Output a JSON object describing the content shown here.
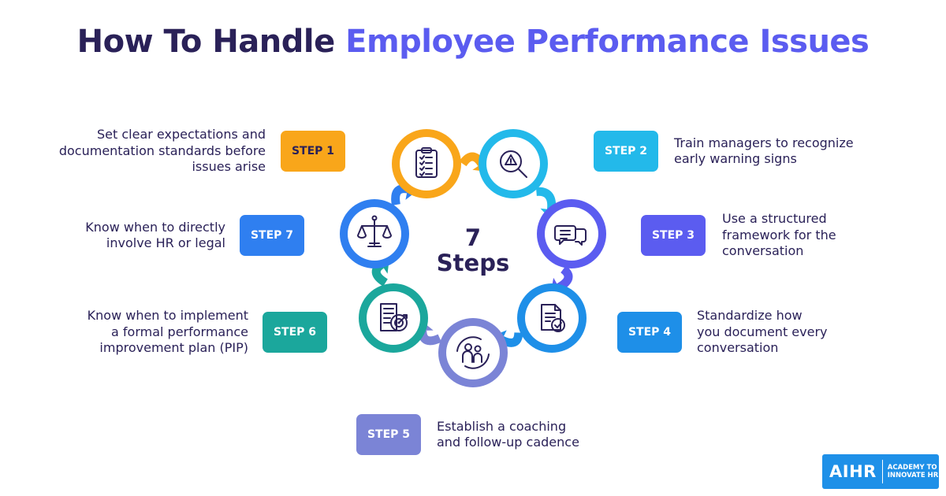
{
  "header": {
    "title_part1": "How To Handle ",
    "title_part2": "Employee Performance Issues"
  },
  "center": {
    "line1": "7",
    "line2": "Steps"
  },
  "steps": [
    {
      "label": "STEP 1",
      "text": [
        "Set clear expectations and",
        "documentation standards before",
        "issues arise"
      ],
      "color": "#f9a61a",
      "icon": "clipboard-checklist-icon"
    },
    {
      "label": "STEP 2",
      "text": [
        "Train managers to recognize",
        "early warning signs"
      ],
      "color": "#23b9ea",
      "icon": "warning-magnifier-icon"
    },
    {
      "label": "STEP 3",
      "text": [
        "Use a structured",
        "framework for the",
        "conversation"
      ],
      "color": "#5b5cf0",
      "icon": "chat-bubbles-icon"
    },
    {
      "label": "STEP 4",
      "text": [
        "Standardize how",
        "you document every",
        "conversation"
      ],
      "color": "#1e8fe8",
      "icon": "document-check-icon"
    },
    {
      "label": "STEP 5",
      "text": [
        "Establish a coaching",
        "and follow-up cadence"
      ],
      "color": "#7b84d6",
      "icon": "coaching-cycle-icon"
    },
    {
      "label": "STEP 6",
      "text": [
        "Know when to implement",
        "a formal performance",
        "improvement plan (PIP)"
      ],
      "color": "#1ba79c",
      "icon": "report-target-icon"
    },
    {
      "label": "STEP 7",
      "text": [
        "Know when to directly",
        "involve HR or legal"
      ],
      "color": "#2f7ff0",
      "icon": "legal-scales-icon"
    }
  ],
  "logo": {
    "mark": "AIHR",
    "tagline": "ACADEMY TO INNOVATE HR",
    "color": "#1e90e8"
  }
}
